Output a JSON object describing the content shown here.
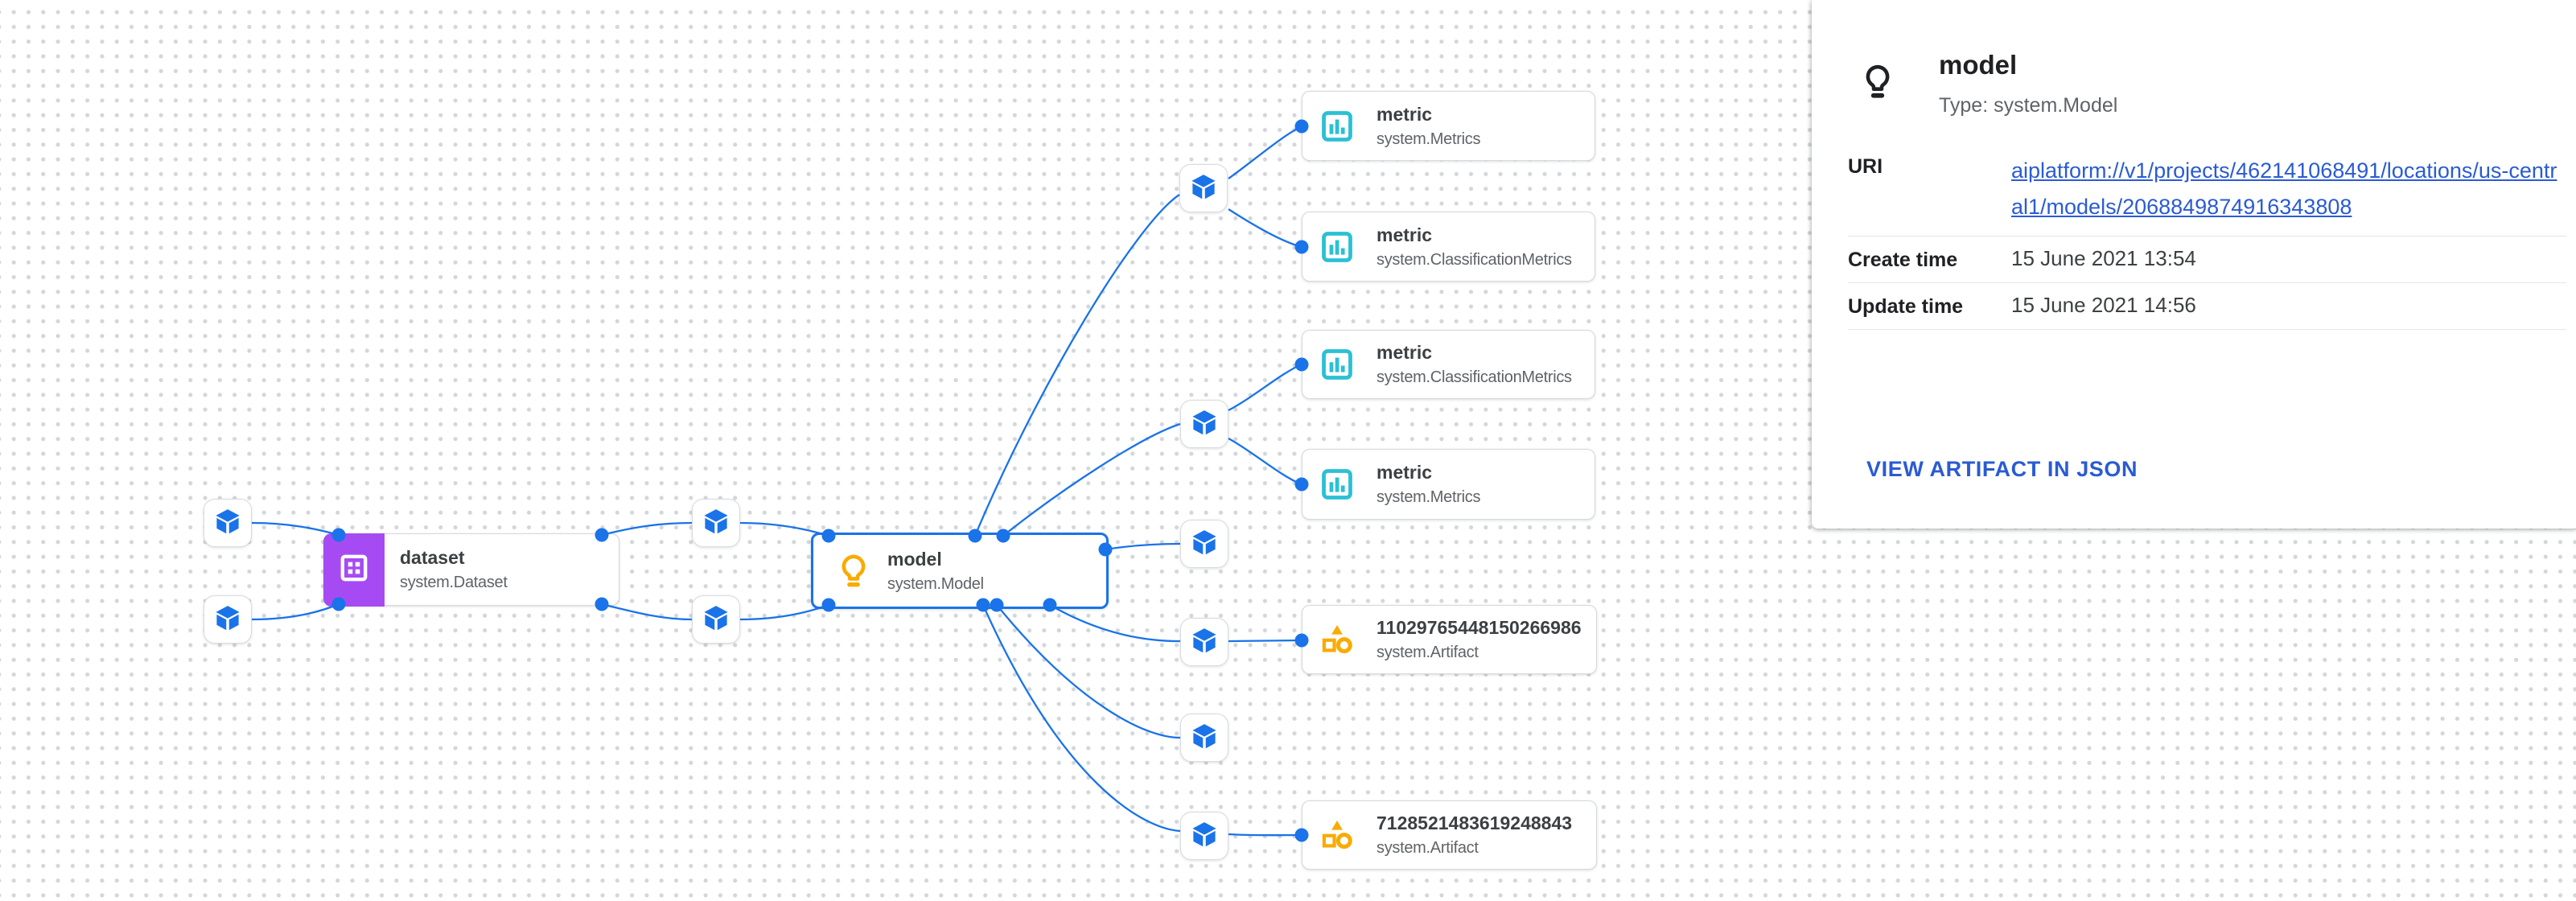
{
  "colors": {
    "edge_blue": "#1a73e8",
    "selected_border": "#1a73e8",
    "dataset_purple": "#a64bf3",
    "metric_cyan": "#2bc0d4",
    "artifact_amber": "#f9ab00",
    "model_amber": "#f9ab00",
    "link_blue": "#2a5bd3",
    "node_border_gray": "#d5d9de",
    "grid_dot_gray": "#d3d6da"
  },
  "graph": {
    "nodes": [
      {
        "id": "dataset",
        "title": "dataset",
        "subtitle": "system.Dataset",
        "icon": "dataset-grid-icon"
      },
      {
        "id": "model",
        "title": "model",
        "subtitle": "system.Model",
        "icon": "lightbulb-icon",
        "selected": true
      },
      {
        "id": "metric1",
        "title": "metric",
        "subtitle": "system.Metrics",
        "icon": "bar-chart-icon"
      },
      {
        "id": "metric2",
        "title": "metric",
        "subtitle": "system.ClassificationMetrics",
        "icon": "bar-chart-icon"
      },
      {
        "id": "metric3",
        "title": "metric",
        "subtitle": "system.ClassificationMetrics",
        "icon": "bar-chart-icon"
      },
      {
        "id": "metric4",
        "title": "metric",
        "subtitle": "system.Metrics",
        "icon": "bar-chart-icon"
      },
      {
        "id": "artifact1",
        "title": "11029765448150266986",
        "subtitle": "system.Artifact",
        "icon": "artifact-shapes-icon"
      },
      {
        "id": "artifact2",
        "title": "7128521483619248843",
        "subtitle": "system.Artifact",
        "icon": "artifact-shapes-icon"
      }
    ],
    "execution_icon": "cube-icon",
    "execution_count": 10
  },
  "panel": {
    "icon": "lightbulb-icon",
    "title": "model",
    "type_line": "Type: system.Model",
    "rows": [
      {
        "label": "URI",
        "value": "aiplatform://v1/projects/462141068491/locations/us-central1/models/2068849874916343808",
        "is_link": true
      },
      {
        "label": "Create time",
        "value": "15 June 2021 13:54"
      },
      {
        "label": "Update time",
        "value": "15 June 2021 14:56"
      }
    ],
    "action_label": "VIEW ARTIFACT IN JSON"
  }
}
